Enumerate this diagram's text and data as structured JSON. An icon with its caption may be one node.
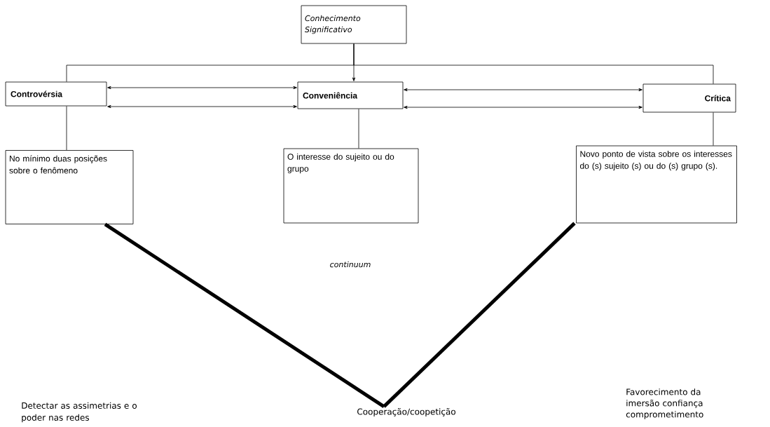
{
  "diagram": {
    "nodes": [
      {
        "text": [
          "Conhecimento Significativo"
        ]
      },
      {
        "text": [
          "Controvérsia"
        ]
      },
      {
        "text": [
          "Conveniência"
        ]
      },
      {
        "text": [
          "Crítica"
        ]
      },
      {
        "text": [
          "No mínimo duas posições sobre o fenômeno"
        ]
      },
      {
        "text": [
          "O interesse do sujeito ou do grupo"
        ]
      },
      {
        "text": [
          "Novo ponto de vista sobre os interesses do (s) sujeito (s) ou do (s) grupo (s)."
        ]
      },
      {
        "text": [
          "Cooperação/coopetição"
        ]
      }
    ],
    "edges": [
      {
        "from": 0,
        "to": 1,
        "arrow": "none"
      },
      {
        "from": 0,
        "to": 2,
        "arrow": "to"
      },
      {
        "from": 0,
        "to": 3,
        "arrow": "none"
      },
      {
        "from": 1,
        "to": 2,
        "arrow": "both"
      },
      {
        "from": 1,
        "to": 2,
        "arrow": "both"
      },
      {
        "from": 2,
        "to": 3,
        "arrow": "both"
      },
      {
        "from": 2,
        "to": 3,
        "arrow": "both"
      },
      {
        "from": 1,
        "to": 4,
        "arrow": "none"
      },
      {
        "from": 2,
        "to": 5,
        "arrow": "none"
      },
      {
        "from": 3,
        "to": 6,
        "arrow": "none"
      },
      {
        "from": 4,
        "to": 7,
        "arrow": "none",
        "style": "thick"
      },
      {
        "from": 6,
        "to": 7,
        "arrow": "none",
        "style": "thick"
      }
    ],
    "labels": [
      "continuum",
      "Detectar as assimetrias e o poder nas redes",
      "Favorecimento da imersão confiança comprometimento"
    ]
  }
}
